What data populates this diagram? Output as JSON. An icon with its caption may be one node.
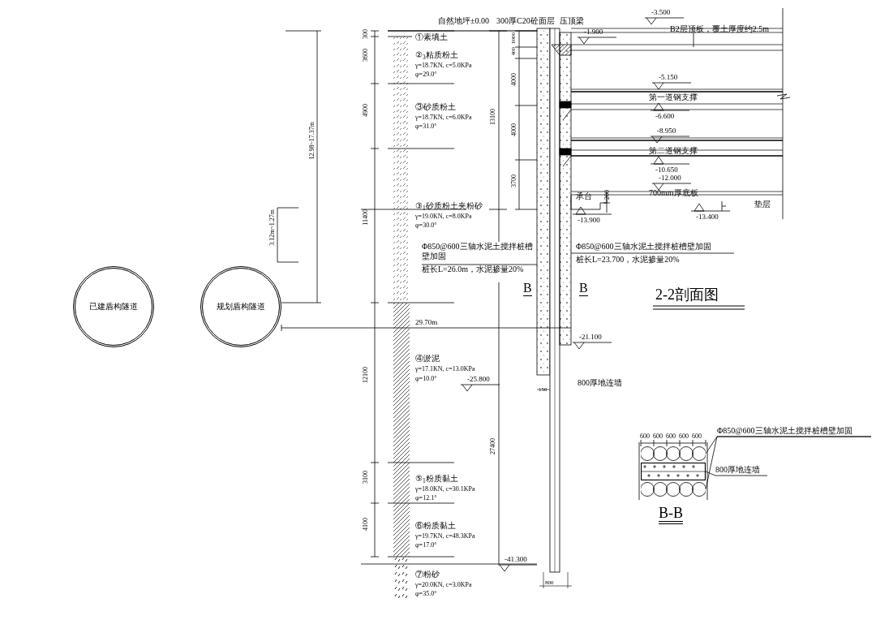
{
  "diagram": {
    "title": "2-2剖面图",
    "nodes": [
      {
        "text": [
          "已建盾构隧道"
        ]
      },
      {
        "text": [
          "规划盾构隧道"
        ]
      },
      {
        "text": [
          "Φ850@600三轴水泥土搅拌桩槽壁加固"
        ]
      },
      {
        "text": [
          "800厚地连墙"
        ]
      },
      {
        "text": [],
        "shape": "circle"
      },
      {
        "text": [],
        "shape": "bar"
      },
      {
        "text": [],
        "shape": "circle"
      }
    ],
    "edges": [
      {
        "from": 2,
        "to": 4,
        "arrow": "none"
      },
      {
        "from": 2,
        "to": 6,
        "arrow": "none"
      },
      {
        "from": 3,
        "to": 5,
        "arrow": "none"
      }
    ],
    "labels": [
      "自然地坪±0.00",
      "300厚C20砼面层",
      "压顶梁",
      "-3.500",
      "-1.900",
      "B2层顶板，覆土厚度约2.5m",
      "-5.150",
      "第一道钢支撑",
      "-6.600",
      "-8.950",
      "第二道钢支撑",
      "-10.650",
      "-12.000",
      "700mm厚底板",
      "承台",
      "200",
      "-13.900",
      "-13.400",
      "垫层",
      "300",
      "3600",
      "4900",
      "11400",
      "12100",
      "3100",
      "4100",
      "①素填土",
      "②$_{3}$粘质粉土",
      "γ=18.7KN, c=5.0KPa",
      "φ=29.0°",
      "③砂质粉土",
      "γ=18.7KN, c=6.0KPa",
      "φ=31.0°",
      "③$_{1}$砂质粉土夹粉砂",
      "γ=19.0KN, c=8.0KPa",
      "φ=30.0°",
      "④淤泥",
      "γ=17.1KN, c=13.0KPa",
      "φ=10.0°",
      "⑤$_{1}$粉质黏土",
      "γ=18.0KN, c=30.1KPa",
      "φ=12.1°",
      "⑥粉质黏土",
      "γ=19.7KN, c=48.3KPa",
      "φ=17.0°",
      "⑦粉砂",
      "γ=20.0KN, c=3.0KPa",
      "φ=35.0°",
      "13100",
      "27400",
      "1000",
      "400",
      "4000",
      "4000",
      "3700",
      "Φ850@600三轴水泥土搅拌桩槽壁加固",
      "桩长L=26.0m，水泥掺量20%",
      "Φ850@600三轴水泥土搅拌桩槽壁加固",
      "桩长L=23.700，水泥掺量20%",
      "B",
      "B",
      "29.70m",
      "-21.100",
      "-25.800",
      "800厚地连墙",
      "150",
      "-41.300",
      "800",
      "12.98~17.37m",
      "3.12m~1.27m",
      "600",
      "600",
      "600",
      "600",
      "600",
      "B-B"
    ]
  }
}
